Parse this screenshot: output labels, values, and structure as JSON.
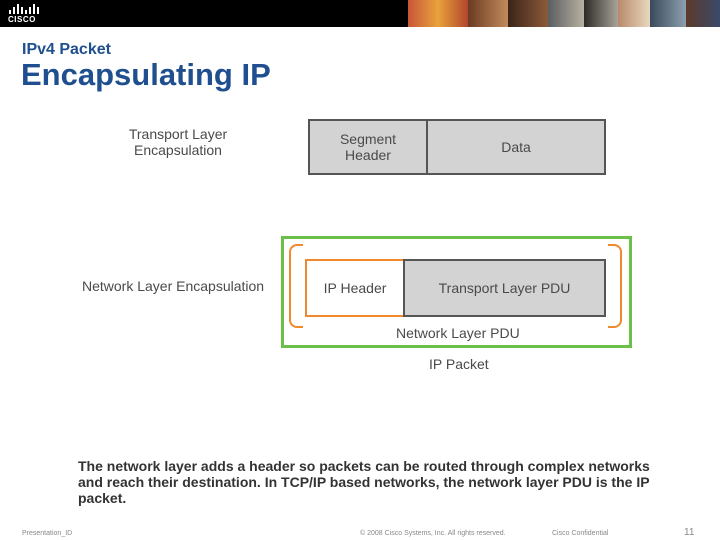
{
  "header": {
    "logo_text": "CISCO",
    "subtitle": "IPv4 Packet",
    "title": "Encapsulating IP"
  },
  "diagram": {
    "transport_label": "Transport Layer\nEncapsulation",
    "segment_header": "Segment\nHeader",
    "data": "Data",
    "network_label": "Network Layer Encapsulation",
    "ip_header": "IP Header",
    "transport_pdu": "Transport Layer PDU",
    "network_pdu": "Network Layer PDU",
    "ip_packet": "IP Packet",
    "colors": {
      "box_fill": "#d3d3d3",
      "box_border": "#555555",
      "orange": "#f08a2c",
      "green": "#6cc04a",
      "text": "#4a4a4a"
    }
  },
  "description": "The network layer adds a header so packets can be routed through complex networks and reach their destination. In TCP/IP based networks, the network layer PDU is the IP packet.",
  "footer": {
    "presentation": "Presentation_ID",
    "copyright": "© 2008 Cisco Systems, Inc. All rights reserved.",
    "confidential": "Cisco Confidential",
    "page": "11"
  }
}
